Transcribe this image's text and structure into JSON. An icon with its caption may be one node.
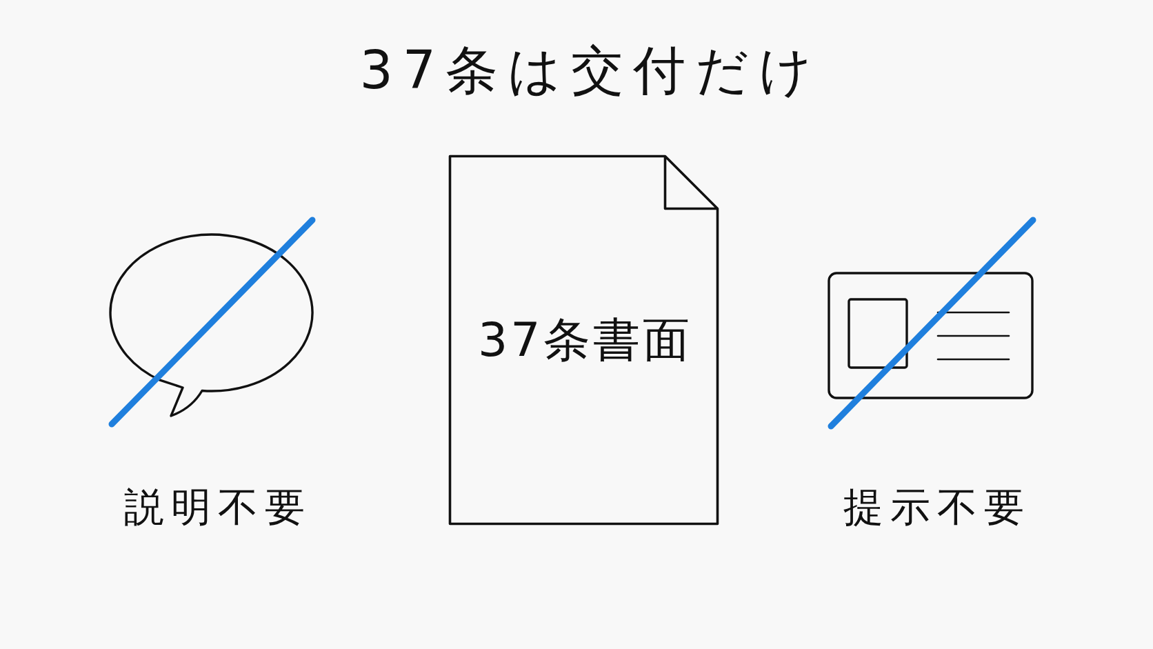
{
  "diagram": {
    "title": "37条は交付だけ",
    "nodes": [
      {
        "text": [],
        "shape": "picture",
        "beside": [
          "説明不要"
        ]
      },
      {
        "text": [
          "37条書面"
        ]
      },
      {
        "text": [],
        "shape": "picture",
        "beside": [
          "提示不要"
        ]
      }
    ]
  }
}
